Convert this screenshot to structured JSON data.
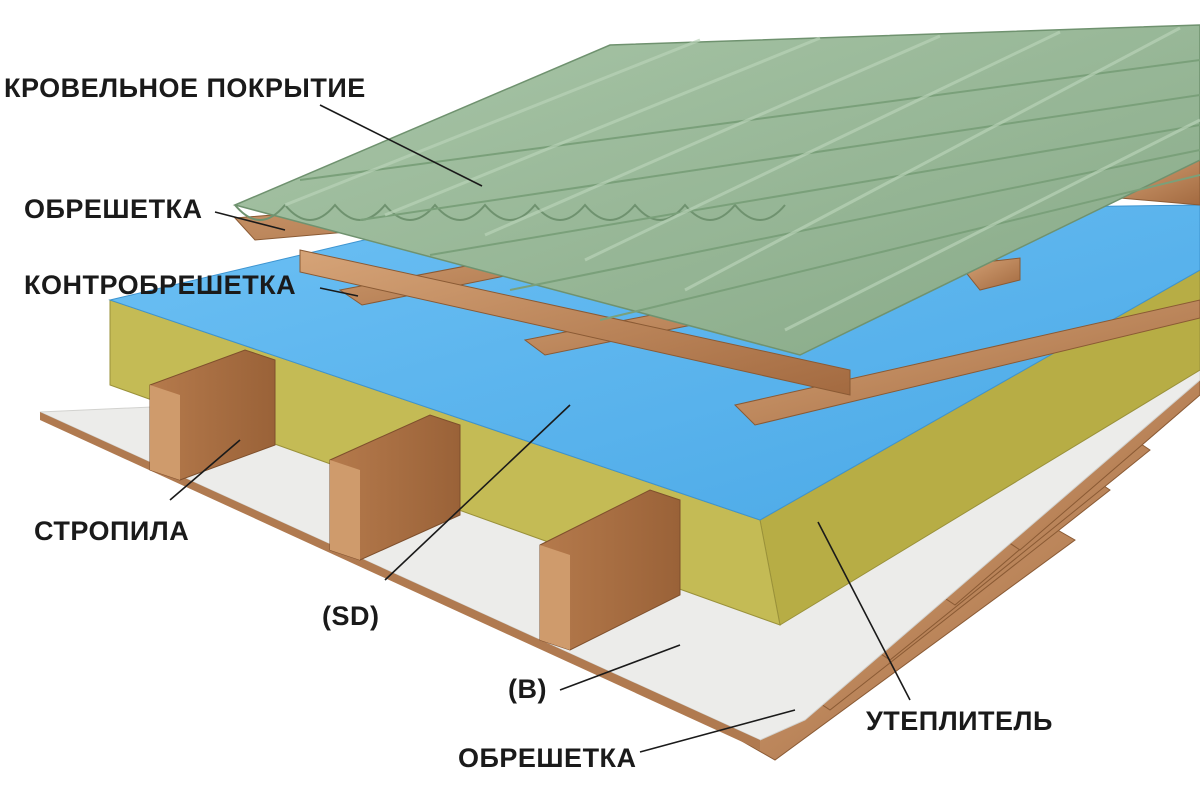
{
  "labels": {
    "roofing": "КРОВЕЛЬНОЕ ПОКРЫТИЕ",
    "battens_top": "ОБРЕШЕТКА",
    "counter_battens": "КОНТРОБРЕШЕТКА",
    "rafters": "СТРОПИЛА",
    "membrane_sd": "(SD)",
    "vapor_barrier_b": "(B)",
    "insulation": "УТЕПЛИТЕЛЬ",
    "battens_bottom": "ОБРЕШЕТКА"
  },
  "colors": {
    "roofing": "#9ab89a",
    "membrane": "#5fb6ee",
    "insulation": "#c6bd5a",
    "wood": "#c08a5c",
    "vapor_film": "#ececea"
  }
}
